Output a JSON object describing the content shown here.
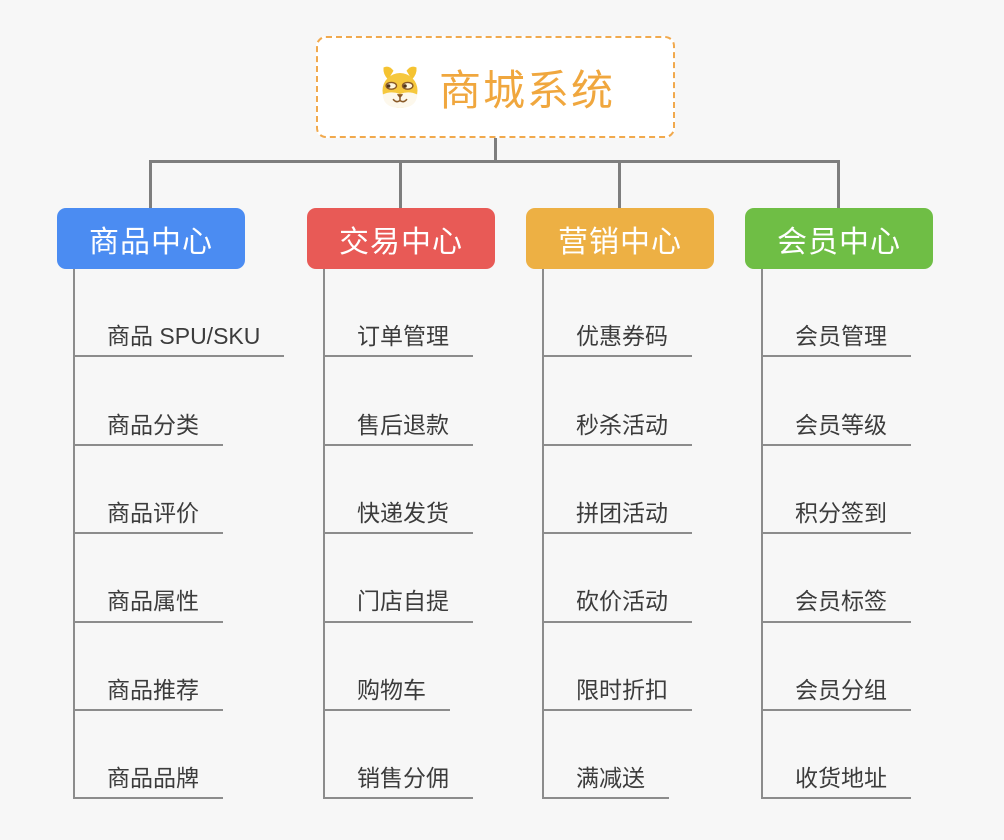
{
  "root": {
    "title": "商城系统",
    "icon": "dog-face-icon",
    "accent_color": "#F0A73E",
    "border_color": "#F1A94D"
  },
  "connector_color": "#7E7E7E",
  "subline_color": "#8C8C8C",
  "background_color": "#F7F7F7",
  "branches": [
    {
      "label": "商品中心",
      "color": "#4B8CF2",
      "children": [
        "商品 SPU/SKU",
        "商品分类",
        "商品评价",
        "商品属性",
        "商品推荐",
        "商品品牌"
      ]
    },
    {
      "label": "交易中心",
      "color": "#E85A56",
      "children": [
        "订单管理",
        "售后退款",
        "快递发货",
        "门店自提",
        "购物车",
        "销售分佣"
      ]
    },
    {
      "label": "营销中心",
      "color": "#EDB044",
      "children": [
        "优惠券码",
        "秒杀活动",
        "拼团活动",
        "砍价活动",
        "限时折扣",
        "满减送"
      ]
    },
    {
      "label": "会员中心",
      "color": "#6FBE45",
      "children": [
        "会员管理",
        "会员等级",
        "积分签到",
        "会员标签",
        "会员分组",
        "收货地址"
      ]
    }
  ]
}
